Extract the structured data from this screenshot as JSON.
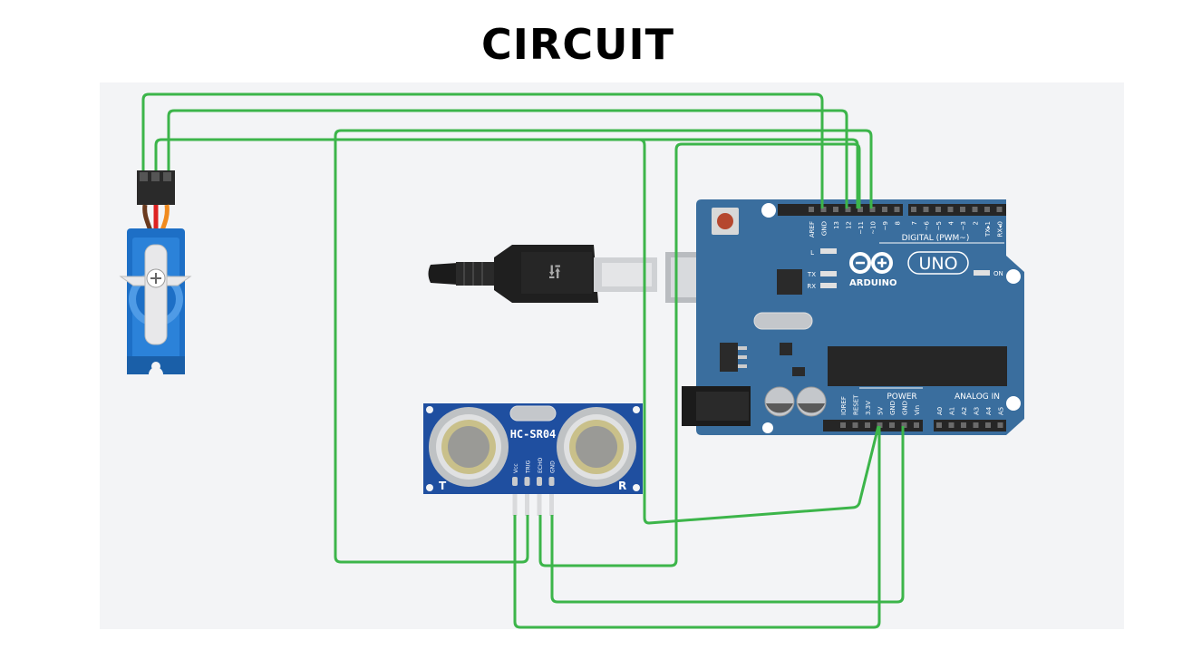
{
  "title": "CIRCUIT",
  "arduino": {
    "brand": "ARDUINO",
    "model": "UNO",
    "digital_header": "DIGITAL (PWM~)",
    "power_header": "POWER",
    "analog_header": "ANALOG IN",
    "digital_pins": [
      "AREF",
      "GND",
      "13",
      "12",
      "~11",
      "~10",
      "~9",
      "8",
      "7",
      "~6",
      "~5",
      "4",
      "~3",
      "2",
      "TX▸1",
      "RX◂0"
    ],
    "power_pins": [
      "IOREF",
      "RESET",
      "3.3V",
      "5V",
      "GND",
      "GND",
      "Vin"
    ],
    "analog_pins": [
      "A0",
      "A1",
      "A2",
      "A3",
      "A4",
      "A5"
    ],
    "led_l": "L",
    "led_tx": "TX",
    "led_rx": "RX",
    "led_on": "ON"
  },
  "sensor": {
    "model": "HC-SR04",
    "pins": [
      "Vcc",
      "TRIG",
      "ECHO",
      "GND"
    ],
    "label_t": "T",
    "label_r": "R"
  },
  "colors": {
    "wire": "#3cb54a",
    "board": "#3a6e9e",
    "background": "#f3f4f6"
  }
}
